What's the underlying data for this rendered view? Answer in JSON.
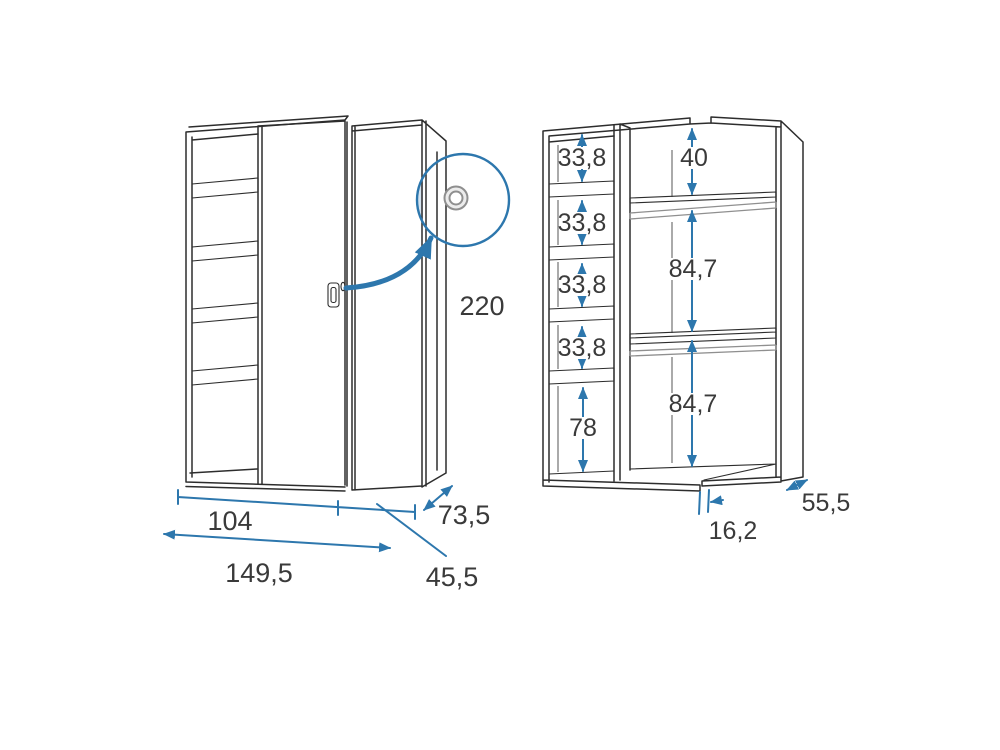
{
  "colors": {
    "accent_blue": "#2d77ad",
    "line": "#2d2d2d",
    "text": "#3a3a3a",
    "detail_shade": "#d7e5f1"
  },
  "front_view": {
    "height": "220",
    "module_width": "104",
    "total_width": "149,5",
    "total_depth": "73,5",
    "side_module_width": "45,5"
  },
  "interior_view": {
    "shelf_gaps": [
      "33,8",
      "33,8",
      "33,8",
      "33,8"
    ],
    "bottom_gap": "78",
    "top_gap": "40",
    "hanging_gaps": [
      "84,7",
      "84,7"
    ],
    "base_depth": "16,2",
    "depth": "55,5"
  }
}
